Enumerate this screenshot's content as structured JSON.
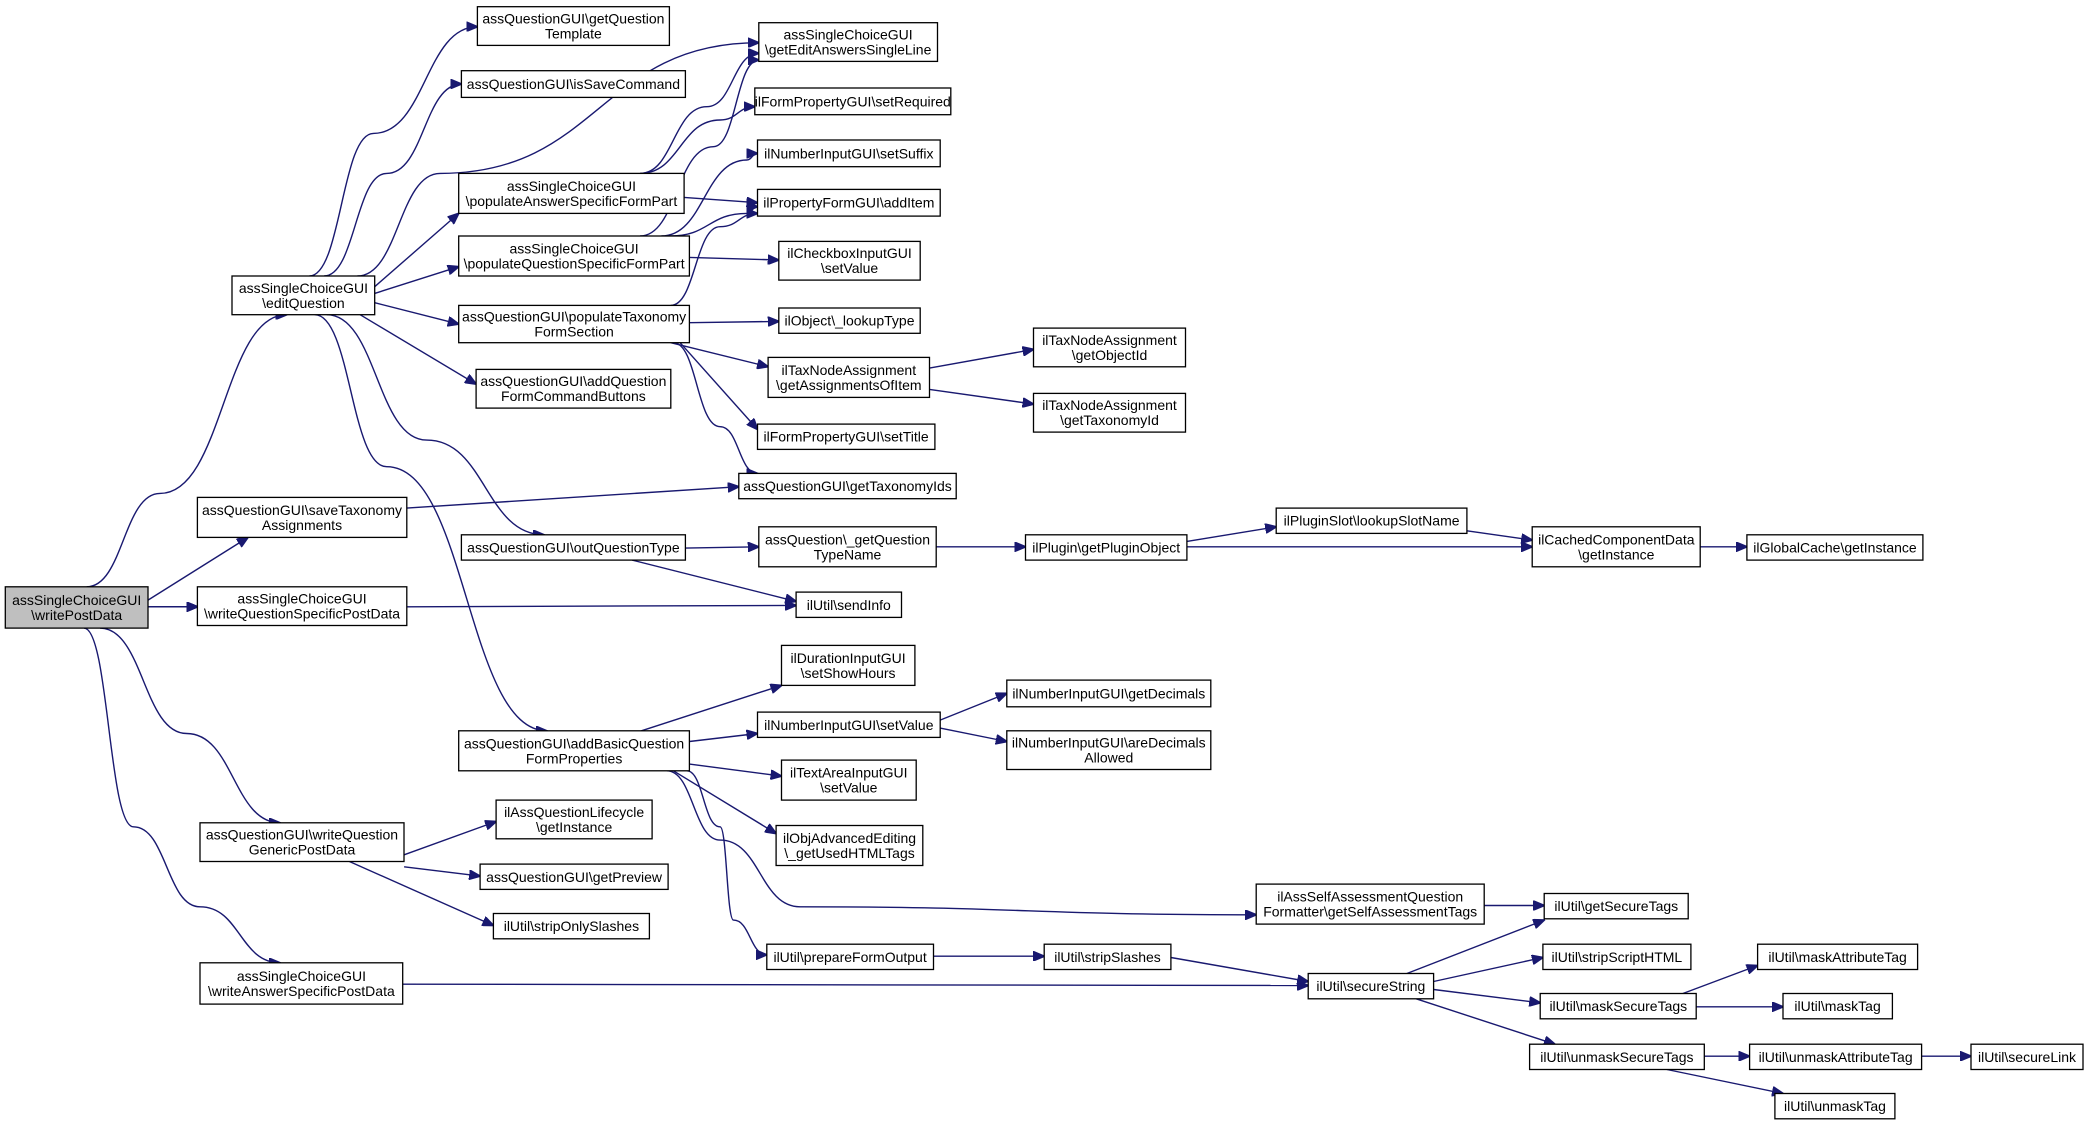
{
  "diagram": {
    "type": "call-graph",
    "colors": {
      "edge": "#191970",
      "root_fill": "#bfbfbf",
      "node_fill": "#ffffff",
      "node_border": "#000000"
    },
    "nodes": [
      {
        "id": "writePostData",
        "lines": [
          "assSingleChoiceGUI",
          "\\writePostData"
        ],
        "root": true
      },
      {
        "id": "editQuestion",
        "lines": [
          "assSingleChoiceGUI",
          "\\editQuestion"
        ]
      },
      {
        "id": "saveTax",
        "lines": [
          "assQuestionGUI\\saveTaxonomy",
          "Assignments"
        ]
      },
      {
        "id": "writeQSpec",
        "lines": [
          "assSingleChoiceGUI",
          "\\writeQuestionSpecificPostData"
        ]
      },
      {
        "id": "writeQGen",
        "lines": [
          "assQuestionGUI\\writeQuestion",
          "GenericPostData"
        ]
      },
      {
        "id": "writeAnsSpec",
        "lines": [
          "assSingleChoiceGUI",
          "\\writeAnswerSpecificPostData"
        ]
      },
      {
        "id": "getQTemplate",
        "lines": [
          "assQuestionGUI\\getQuestion",
          "Template"
        ]
      },
      {
        "id": "isSaveCmd",
        "lines": [
          "assQuestionGUI\\isSaveCommand"
        ]
      },
      {
        "id": "popAnsSpec",
        "lines": [
          "assSingleChoiceGUI",
          "\\populateAnswerSpecificFormPart"
        ]
      },
      {
        "id": "popQSpec",
        "lines": [
          "assSingleChoiceGUI",
          "\\populateQuestionSpecificFormPart"
        ]
      },
      {
        "id": "popTax",
        "lines": [
          "assQuestionGUI\\populateTaxonomy",
          "FormSection"
        ]
      },
      {
        "id": "addQCmd",
        "lines": [
          "assQuestionGUI\\addQuestion",
          "FormCommandButtons"
        ]
      },
      {
        "id": "outQType",
        "lines": [
          "assQuestionGUI\\outQuestionType"
        ]
      },
      {
        "id": "addBasic",
        "lines": [
          "assQuestionGUI\\addBasicQuestion",
          "FormProperties"
        ]
      },
      {
        "id": "lifecycle",
        "lines": [
          "ilAssQuestionLifecycle",
          "\\getInstance"
        ]
      },
      {
        "id": "getPreview",
        "lines": [
          "assQuestionGUI\\getPreview"
        ]
      },
      {
        "id": "stripOnly",
        "lines": [
          "ilUtil\\stripOnlySlashes"
        ]
      },
      {
        "id": "getEditAns",
        "lines": [
          "assSingleChoiceGUI",
          "\\getEditAnswersSingleLine"
        ]
      },
      {
        "id": "setRequired",
        "lines": [
          "ilFormPropertyGUI\\setRequired"
        ]
      },
      {
        "id": "setSuffix",
        "lines": [
          "ilNumberInputGUI\\setSuffix"
        ]
      },
      {
        "id": "addItem",
        "lines": [
          "ilPropertyFormGUI\\addItem"
        ]
      },
      {
        "id": "cbSetValue",
        "lines": [
          "ilCheckboxInputGUI",
          "\\setValue"
        ]
      },
      {
        "id": "lookupType",
        "lines": [
          "ilObject\\_lookupType"
        ]
      },
      {
        "id": "getAssign",
        "lines": [
          "ilTaxNodeAssignment",
          "\\getAssignmentsOfItem"
        ]
      },
      {
        "id": "setTitle",
        "lines": [
          "ilFormPropertyGUI\\setTitle"
        ]
      },
      {
        "id": "getTaxIds",
        "lines": [
          "assQuestionGUI\\getTaxonomyIds"
        ]
      },
      {
        "id": "getQTypeName",
        "lines": [
          "assQuestion\\_getQuestion",
          "TypeName"
        ]
      },
      {
        "id": "sendInfo",
        "lines": [
          "ilUtil\\sendInfo"
        ]
      },
      {
        "id": "durHours",
        "lines": [
          "ilDurationInputGUI",
          "\\setShowHours"
        ]
      },
      {
        "id": "numSetValue",
        "lines": [
          "ilNumberInputGUI\\setValue"
        ]
      },
      {
        "id": "taSetValue",
        "lines": [
          "ilTextAreaInputGUI",
          "\\setValue"
        ]
      },
      {
        "id": "usedHTML",
        "lines": [
          "ilObjAdvancedEditing",
          "\\_getUsedHTMLTags"
        ]
      },
      {
        "id": "prepForm",
        "lines": [
          "ilUtil\\prepareFormOutput"
        ]
      },
      {
        "id": "getObjectId",
        "lines": [
          "ilTaxNodeAssignment",
          "\\getObjectId"
        ]
      },
      {
        "id": "getTaxonomyId",
        "lines": [
          "ilTaxNodeAssignment",
          "\\getTaxonomyId"
        ]
      },
      {
        "id": "getPluginObj",
        "lines": [
          "ilPlugin\\getPluginObject"
        ]
      },
      {
        "id": "getDecimals",
        "lines": [
          "ilNumberInputGUI\\getDecimals"
        ]
      },
      {
        "id": "areDecimals",
        "lines": [
          "ilNumberInputGUI\\areDecimals",
          "Allowed"
        ]
      },
      {
        "id": "stripSlashes",
        "lines": [
          "ilUtil\\stripSlashes"
        ]
      },
      {
        "id": "lookupSlot",
        "lines": [
          "ilPluginSlot\\lookupSlotName"
        ]
      },
      {
        "id": "selfAssess",
        "lines": [
          "ilAssSelfAssessmentQuestion",
          "Formatter\\getSelfAssessmentTags"
        ]
      },
      {
        "id": "secureString",
        "lines": [
          "ilUtil\\secureString"
        ]
      },
      {
        "id": "cachedComp",
        "lines": [
          "ilCachedComponentData",
          "\\getInstance"
        ]
      },
      {
        "id": "getSecureTags",
        "lines": [
          "ilUtil\\getSecureTags"
        ]
      },
      {
        "id": "stripScript",
        "lines": [
          "ilUtil\\stripScriptHTML"
        ]
      },
      {
        "id": "maskSecure",
        "lines": [
          "ilUtil\\maskSecureTags"
        ]
      },
      {
        "id": "unmaskSecure",
        "lines": [
          "ilUtil\\unmaskSecureTags"
        ]
      },
      {
        "id": "globalCache",
        "lines": [
          "ilGlobalCache\\getInstance"
        ]
      },
      {
        "id": "maskAttr",
        "lines": [
          "ilUtil\\maskAttributeTag"
        ]
      },
      {
        "id": "maskTag",
        "lines": [
          "ilUtil\\maskTag"
        ]
      },
      {
        "id": "unmaskAttr",
        "lines": [
          "ilUtil\\unmaskAttributeTag"
        ]
      },
      {
        "id": "unmaskTag",
        "lines": [
          "ilUtil\\unmaskTag"
        ]
      },
      {
        "id": "secureLink",
        "lines": [
          "ilUtil\\secureLink"
        ]
      }
    ]
  }
}
